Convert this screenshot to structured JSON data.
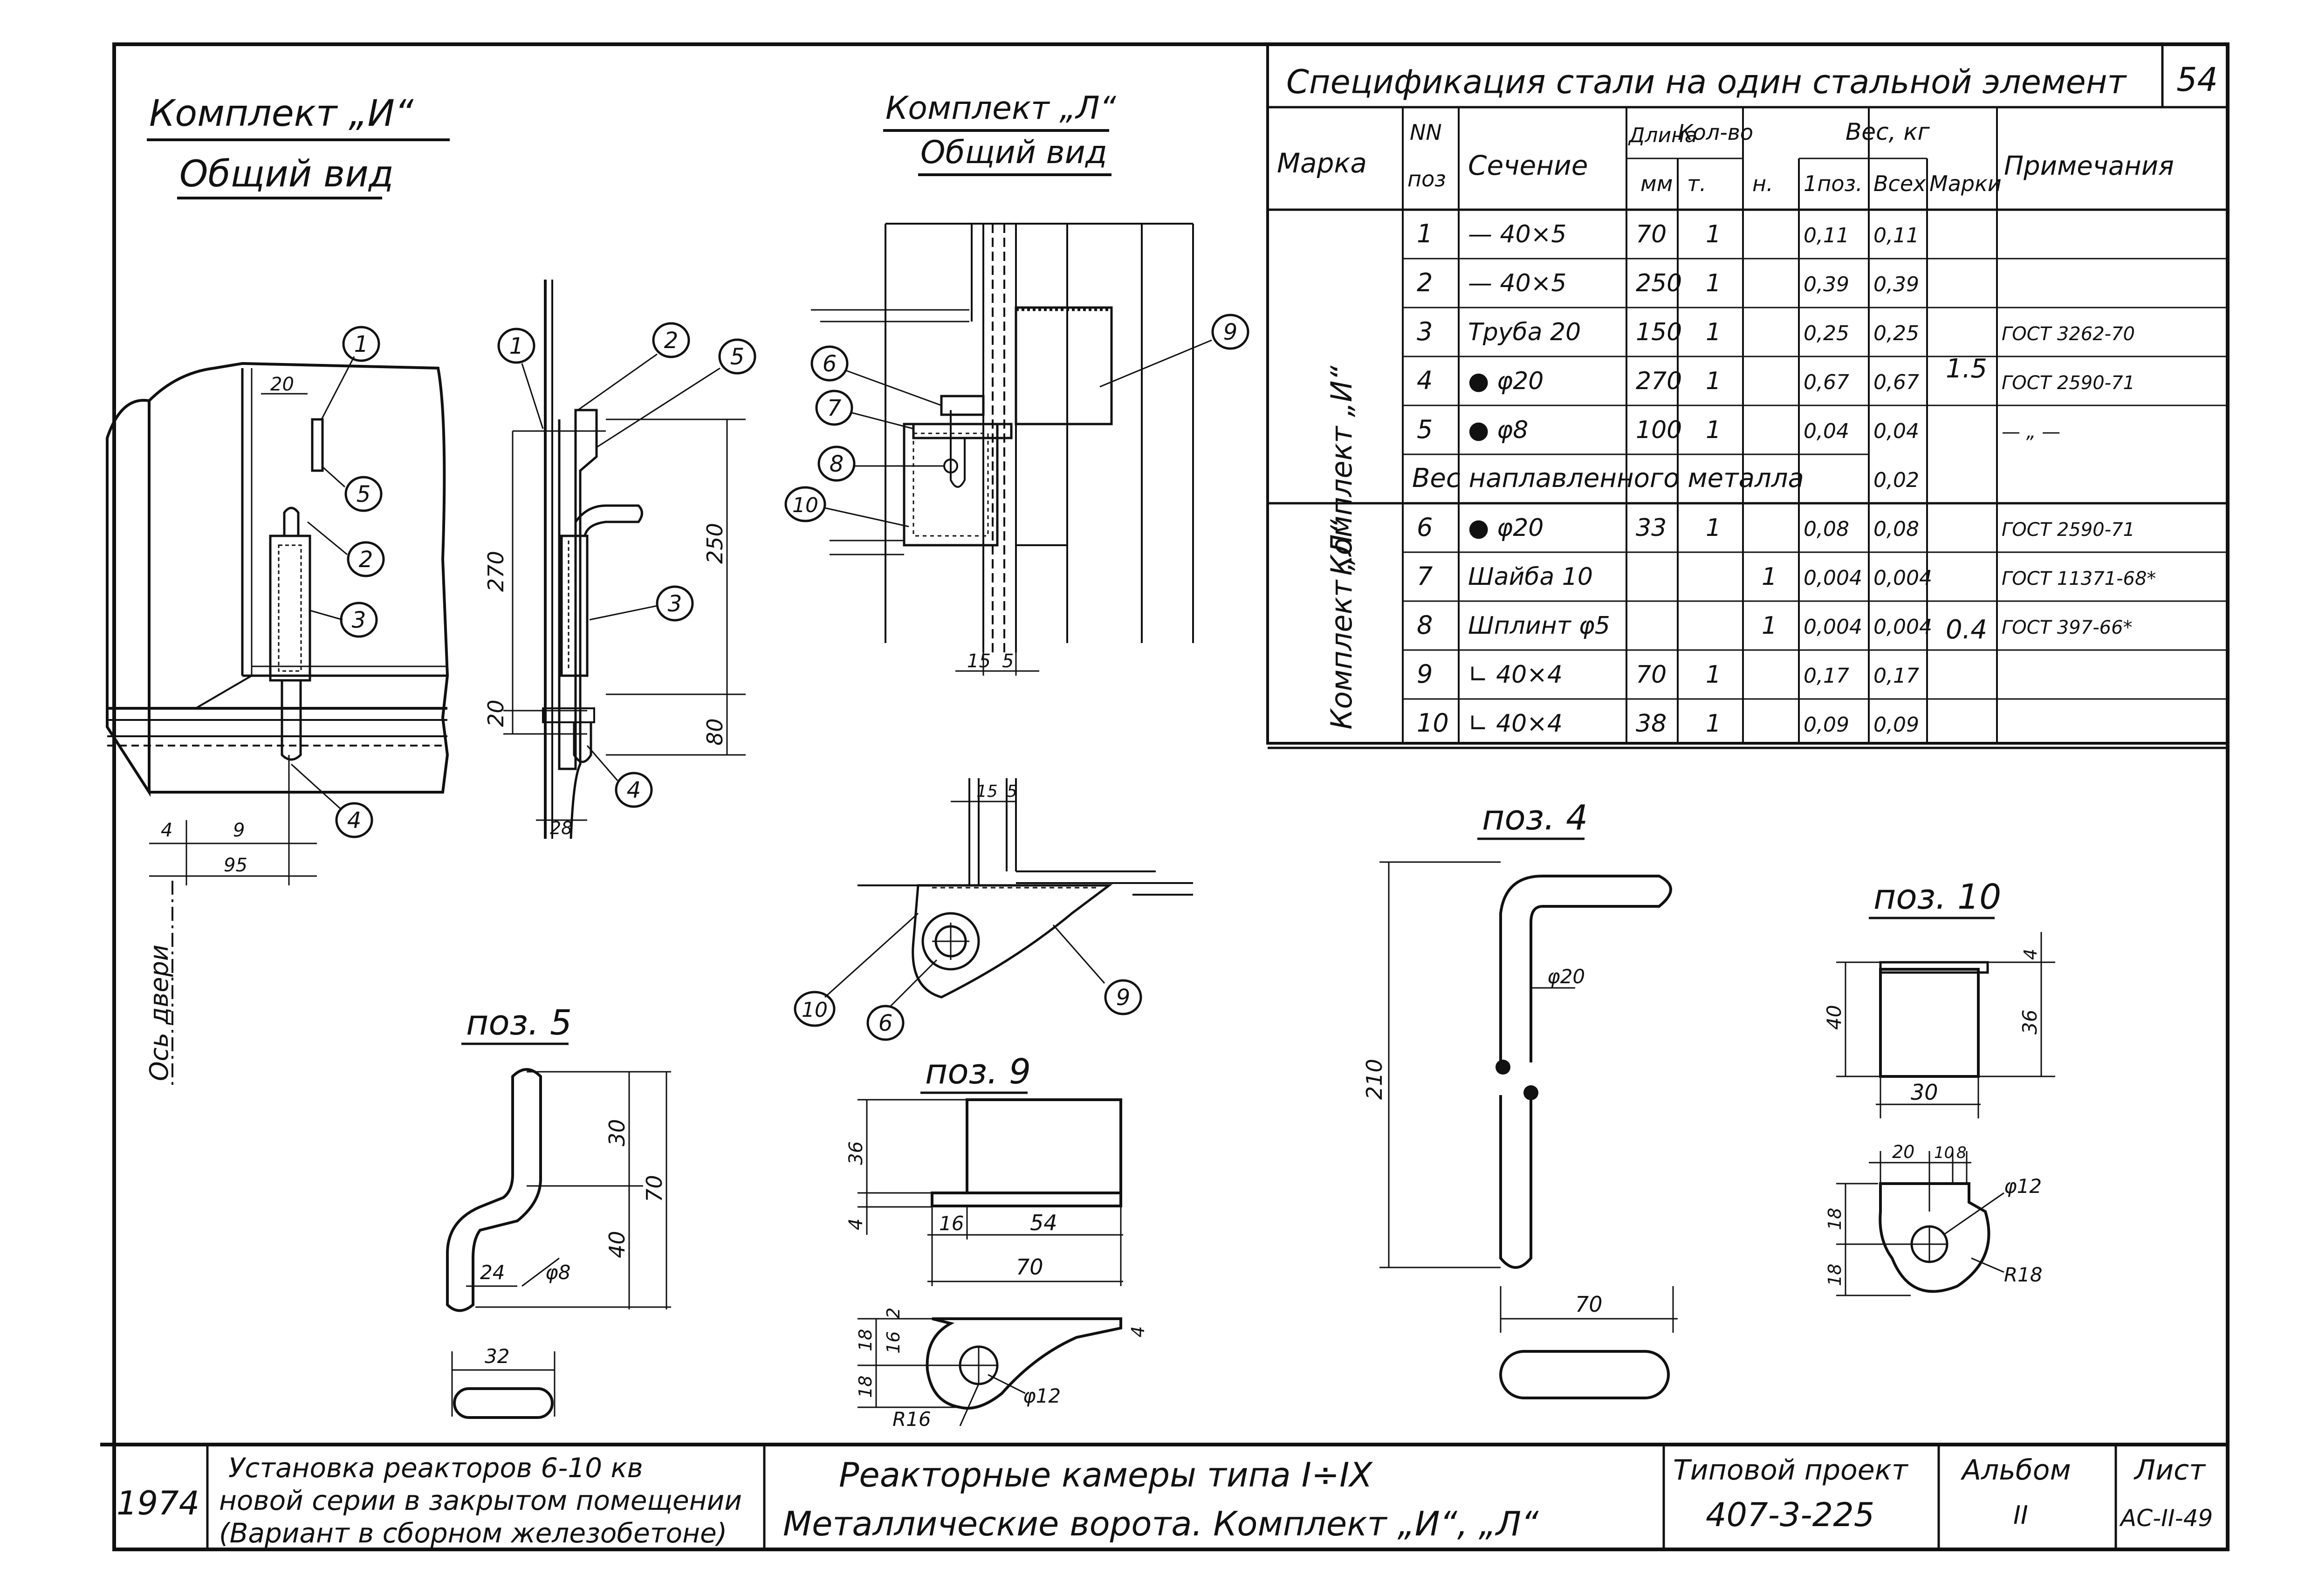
{
  "sheet_number": "54",
  "left_view": {
    "title": "Комплект „И“",
    "subtitle": "Общий вид",
    "axis_label": "Ось двери",
    "dims": {
      "d270": "270",
      "d20a": "20",
      "d20b": "20",
      "d250": "250",
      "d80": "80",
      "d9": "9",
      "d95": "95",
      "d4": "4",
      "d20top": "20",
      "d28": "28"
    },
    "callouts": [
      "1",
      "5",
      "2",
      "3",
      "4",
      "1",
      "2",
      "5",
      "3",
      "4"
    ]
  },
  "middle_view": {
    "title": "Комплект „Л“",
    "subtitle": "Общий вид",
    "dims": {
      "d15": "15",
      "d5": "5",
      "d15b": "15",
      "d5b": "5"
    },
    "callouts": [
      "6",
      "7",
      "8",
      "10",
      "9",
      "10",
      "6",
      "9"
    ]
  },
  "spec": {
    "title": "Спецификация стали на один стальной элемент",
    "headers": {
      "marka": "Марка",
      "nn": "NN",
      "poz": "поз",
      "sechenie": "Сечение",
      "dlina": "Длина",
      "mm": "мм",
      "kolvo": "Кол-во",
      "t": "т.",
      "n": "н.",
      "ves": "Вес, кг",
      "pozk": "1поз.",
      "vsex": "Всех",
      "marki": "Марки",
      "primech": "Примечания"
    },
    "groups": [
      {
        "mark": "Комплект „И“",
        "total": "1.5"
      },
      {
        "mark": "Комплект „Л“",
        "total": "0.4"
      }
    ],
    "rows": [
      {
        "pos": "1",
        "section": "— 40×5",
        "length": "70",
        "t": "1",
        "n": "",
        "w1": "0,11",
        "wall": "0,11",
        "note": ""
      },
      {
        "pos": "2",
        "section": "— 40×5",
        "length": "250",
        "t": "1",
        "n": "",
        "w1": "0,39",
        "wall": "0,39",
        "note": ""
      },
      {
        "pos": "3",
        "section": "Труба 20",
        "length": "150",
        "t": "1",
        "n": "",
        "w1": "0,25",
        "wall": "0,25",
        "note": "ГОСТ 3262-70"
      },
      {
        "pos": "4",
        "section": "● φ20",
        "length": "270",
        "t": "1",
        "n": "",
        "w1": "0,67",
        "wall": "0,67",
        "note": "ГОСТ 2590-71"
      },
      {
        "pos": "5",
        "section": "● φ8",
        "length": "100",
        "t": "1",
        "n": "",
        "w1": "0,04",
        "wall": "0,04",
        "note": "— „ —"
      },
      {
        "pos": "6",
        "section": "● φ20",
        "length": "33",
        "t": "1",
        "n": "",
        "w1": "0,08",
        "wall": "0,08",
        "note": "ГОСТ 2590-71"
      },
      {
        "pos": "7",
        "section": "Шайба 10",
        "length": "",
        "t": "",
        "n": "1",
        "w1": "0,004",
        "wall": "0,004",
        "note": "ГОСТ 11371-68*"
      },
      {
        "pos": "8",
        "section": "Шплинт φ5",
        "length": "",
        "t": "",
        "n": "1",
        "w1": "0,004",
        "wall": "0,004",
        "note": "ГОСТ 397-66*"
      },
      {
        "pos": "9",
        "section": "∟ 40×4",
        "length": "70",
        "t": "1",
        "n": "",
        "w1": "0,17",
        "wall": "0,17",
        "note": ""
      },
      {
        "pos": "10",
        "section": "∟ 40×4",
        "length": "38",
        "t": "1",
        "n": "",
        "w1": "0,09",
        "wall": "0,09",
        "note": ""
      }
    ],
    "weld_label": "Вес наплавленного металла",
    "weld_value": "0,02"
  },
  "details": {
    "poz4": {
      "title": "поз. 4",
      "phi": "φ20",
      "len": "210",
      "w": "70"
    },
    "poz5": {
      "title": "поз. 5",
      "d30": "30",
      "d70": "70",
      "d40": "40",
      "d24": "24",
      "phi": "φ8",
      "d32": "32"
    },
    "poz9": {
      "title": "поз. 9",
      "d36": "36",
      "d4": "4",
      "d16": "16",
      "d54": "54",
      "d70": "70",
      "d18a": "18",
      "d18b": "18",
      "d16b": "16",
      "d2": "2",
      "d4b": "4",
      "r": "R16",
      "phi": "φ12"
    },
    "poz10": {
      "title": "поз. 10",
      "d40": "40",
      "d36": "36",
      "d4": "4",
      "d30": "30",
      "d20": "20",
      "d10": "10",
      "d8": "8",
      "d18a": "18",
      "d18b": "18",
      "phi": "φ12",
      "r": "R18"
    }
  },
  "title_block": {
    "year": "1974",
    "desc1": "Установка реакторов 6-10 кв",
    "desc2": "новой серии в закрытом помещении",
    "desc3": "(Вариант в сборном железобетоне)",
    "name1": "Реакторные камеры типа I÷IX",
    "name2": "Металлические ворота. Комплект „И“, „Л“",
    "project_label": "Типовой проект",
    "project_number": "407-3-225",
    "album_label": "Альбом",
    "album_value": "II",
    "sheet_label": "Лист",
    "sheet_value": "АС-II-49"
  }
}
